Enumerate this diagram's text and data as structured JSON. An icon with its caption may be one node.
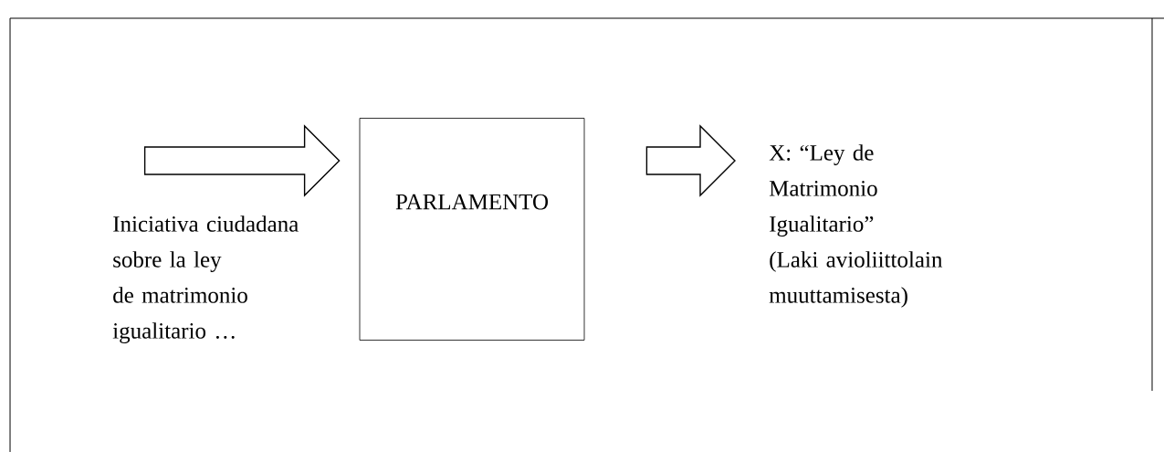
{
  "diagram": {
    "nodes": [
      {
        "text": [
          "PARLAMENTO"
        ]
      },
      {
        "text": [
          "X: “Ley de Matrimonio Igualitario”",
          "(Laki avioliittolain muuttamisesta)"
        ]
      }
    ],
    "edges": [
      {
        "from": null,
        "to": 0,
        "arrow": "to"
      },
      {
        "from": 0,
        "to": 1,
        "arrow": "to"
      }
    ],
    "labels": [
      "Iniciativa ciudadana sobre la ley de matrimonio igualitario …"
    ]
  }
}
